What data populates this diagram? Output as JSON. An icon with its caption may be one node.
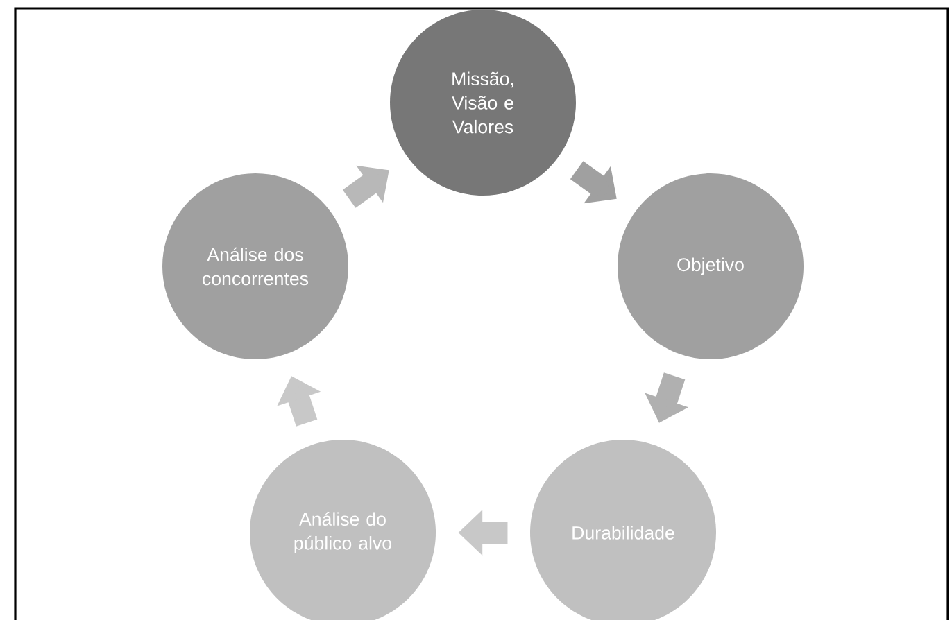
{
  "diagram": {
    "nodes": [
      {
        "text": [
          "Missão, Visão e Valores"
        ]
      },
      {
        "text": [
          "Objetivo"
        ]
      },
      {
        "text": [
          "Durabilidade"
        ]
      },
      {
        "text": [
          "Análise do público alvo"
        ]
      },
      {
        "text": [
          "Análise dos concorrentes"
        ]
      }
    ],
    "edges": [
      {
        "from": 0,
        "to": 1,
        "arrow": "to"
      },
      {
        "from": 1,
        "to": 2,
        "arrow": "to"
      },
      {
        "from": 2,
        "to": 3,
        "arrow": "to"
      },
      {
        "from": 3,
        "to": 4,
        "arrow": "to"
      },
      {
        "from": 4,
        "to": 0,
        "arrow": "to"
      }
    ]
  }
}
